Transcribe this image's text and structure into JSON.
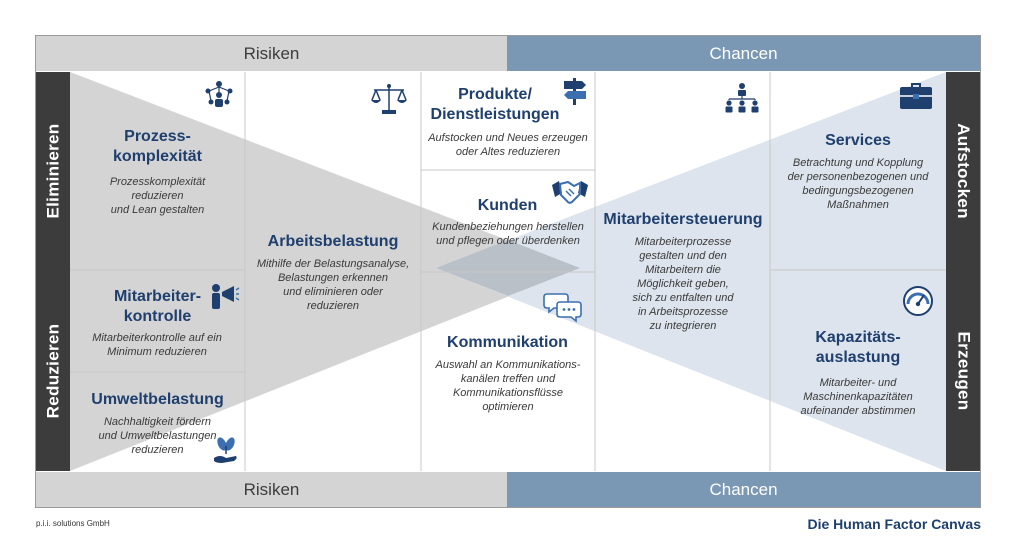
{
  "bars": {
    "risk": "Risiken",
    "chance": "Chancen"
  },
  "sides": {
    "eliminieren": "Eliminieren",
    "reduzieren": "Reduzieren",
    "aufstocken": "Aufstocken",
    "erzeugen": "Erzeugen"
  },
  "cells": {
    "prozess": {
      "title": "Prozess-\nkomplexität",
      "desc": "Prozesskomplexität\nreduzieren\nund Lean gestalten",
      "icon": "network-people-icon"
    },
    "mitarbeiterkontrolle": {
      "title": "Mitarbeiter-\nkontrolle",
      "desc": "Mitarbeiterkontrolle auf ein\nMinimum reduzieren",
      "icon": "megaphone-person-icon"
    },
    "umwelt": {
      "title": "Umweltbelastung",
      "desc": "Nachhaltigkeit fördern\nund Umweltbelastungen\nreduzieren",
      "icon": "plant-hand-icon"
    },
    "arbeitsbelastung": {
      "title": "Arbeitsbelastung",
      "desc": "Mithilfe der Belastungsanalyse,\nBelastungen erkennen\nund eliminieren oder\nreduzieren",
      "icon": "scale-icon"
    },
    "produkte": {
      "title": "Produkte/\nDienstleistungen",
      "desc": "Aufstocken und Neues erzeugen\noder Altes reduzieren",
      "icon": "signpost-icon"
    },
    "kunden": {
      "title": "Kunden",
      "desc": "Kundenbeziehungen herstellen\nund pflegen oder überdenken",
      "icon": "handshake-icon"
    },
    "kommunikation": {
      "title": "Kommunikation",
      "desc": "Auswahl an Kommunikations-\nkanälen treffen und\nKommunikationsflüsse\noptimieren",
      "icon": "chat-bubbles-icon"
    },
    "mitarbeitersteuerung": {
      "title": "Mitarbeitersteuerung",
      "desc": "Mitarbeiterprozesse\ngestalten und den\nMitarbeitern die\nMöglichkeit geben,\nsich zu entfalten und\nin Arbeitsprozesse\nzu integrieren",
      "icon": "org-chart-icon"
    },
    "services": {
      "title": "Services",
      "desc": "Betrachtung und Kopplung\nder personenbezogenen und\nbedingungsbezogenen\nMaßnahmen",
      "icon": "briefcase-icon"
    },
    "kapazitaet": {
      "title": "Kapazitäts-\nauslastung",
      "desc": "Mitarbeiter- und\nMaschinenkapazitäten\naufeinander abstimmen",
      "icon": "gauge-icon"
    }
  },
  "footer": {
    "company": "p.i.i. solutions GmbH",
    "title": "Die Human Factor Canvas"
  },
  "colors": {
    "risk_fill": "#d4d4d4",
    "chance_fill": "#7a98b4",
    "title": "#1f3f6e",
    "side": "#3c3c3c"
  }
}
